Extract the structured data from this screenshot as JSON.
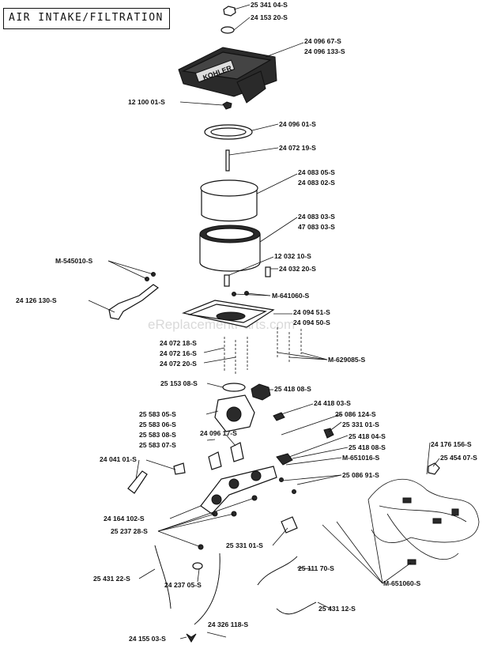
{
  "title": "AIR INTAKE/FILTRATION",
  "watermark": "eReplacementParts.com",
  "brand_on_cover": "KOHLER",
  "part_labels": [
    "25 341 04-S",
    "24 153 20-S",
    "24 096 67-S",
    "24 096 133-S",
    "12 100 01-S",
    "24 096 01-S",
    "24 072 19-S",
    "24 083 05-S",
    "24 083 02-S",
    "24 083 03-S",
    "47 083 03-S",
    "M-545010-S",
    "12 032 10-S",
    "24 032 20-S",
    "24 126 130-S",
    "M-641060-S",
    "24 094 51-S",
    "24 094 50-S",
    "24 072 18-S",
    "24 072 16-S",
    "24 072 20-S",
    "M-629085-S",
    "25 153 08-S",
    "25 418 08-S",
    "24 418 03-S",
    "25 583 05-S",
    "25 086 124-S",
    "25 583 06-S",
    "25 331 01-S",
    "25 583 08-S",
    "25 583 07-S",
    "24 096 17-S",
    "25 418 04-S",
    "25 418 08-S",
    "24 176 156-S",
    "24 041 01-S",
    "M-651016-S",
    "25 454 07-S",
    "25 086 91-S",
    "24 164 102-S",
    "25 237 28-S",
    "25 331 01-S",
    "25 431 22-S",
    "24 237 05-S",
    "25 111 70-S",
    "M-651060-S",
    "25 431 12-S",
    "24 326 118-S",
    "24 155 03-S"
  ]
}
